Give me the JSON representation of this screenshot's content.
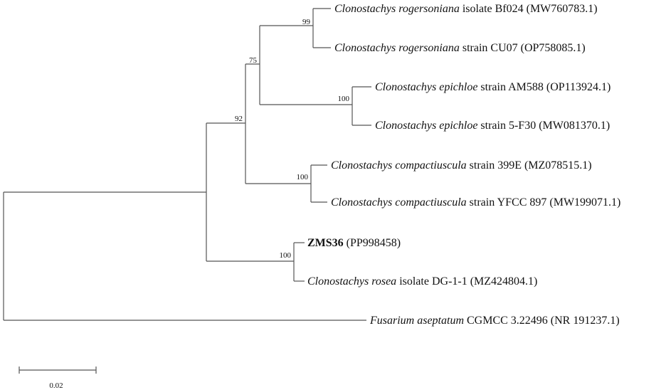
{
  "taxa": [
    {
      "species": "Clonostachys rogersoniana",
      "rest": " isolate Bf024 (MW760783.1)"
    },
    {
      "species": "Clonostachys rogersoniana",
      "rest": " strain CU07 (OP758085.1)"
    },
    {
      "species": "Clonostachys epichloe",
      "rest": " strain AM588 (OP113924.1)"
    },
    {
      "species": "Clonostachys epichloe",
      "rest": " strain 5-F30 (MW081370.1)"
    },
    {
      "species": "Clonostachys compactiuscula",
      "rest": " strain 399E (MZ078515.1)"
    },
    {
      "species": "Clonostachys compactiuscula",
      "rest": " strain YFCC 897 (MW199071.1)"
    },
    {
      "species": "ZMS36",
      "rest": " (PP998458)",
      "bold": true
    },
    {
      "species": "Clonostachys rosea",
      "rest": " isolate DG-1-1 (MZ424804.1)"
    },
    {
      "species": "Fusarium aseptatum",
      "rest": " CGMCC 3.22496 (NR 191237.1)"
    }
  ],
  "bootstrap": {
    "rogersoniana": "99",
    "rog_epi": "75",
    "epichloe": "100",
    "upper": "92",
    "compactiuscula": "100",
    "rosea": "100"
  },
  "scale_bar": {
    "label": "0.02"
  }
}
